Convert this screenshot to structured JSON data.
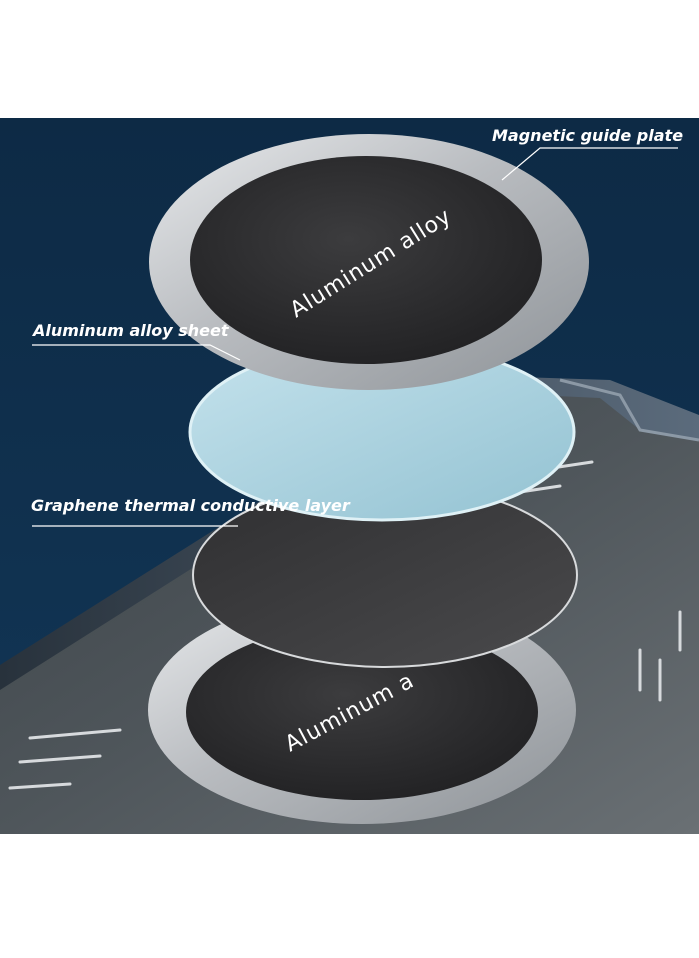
{
  "labels": {
    "magnetic_guide_plate": "Magnetic guide plate",
    "aluminum_alloy_sheet": "Aluminum alloy sheet",
    "graphene_layer": "Graphene thermal conductive layer"
  },
  "disc_text": {
    "top": "Aluminum alloy",
    "bottom": "Aluminum a"
  },
  "colors": {
    "background_navy": "#0f2d4a",
    "case_dark": "#2e3438",
    "ring_silver": "#c9ccd0",
    "disc_dark": "#2b2b2d",
    "glass_blue": "#a8cfdc",
    "graphene": "#3a3a3c",
    "page_white": "#ffffff"
  }
}
